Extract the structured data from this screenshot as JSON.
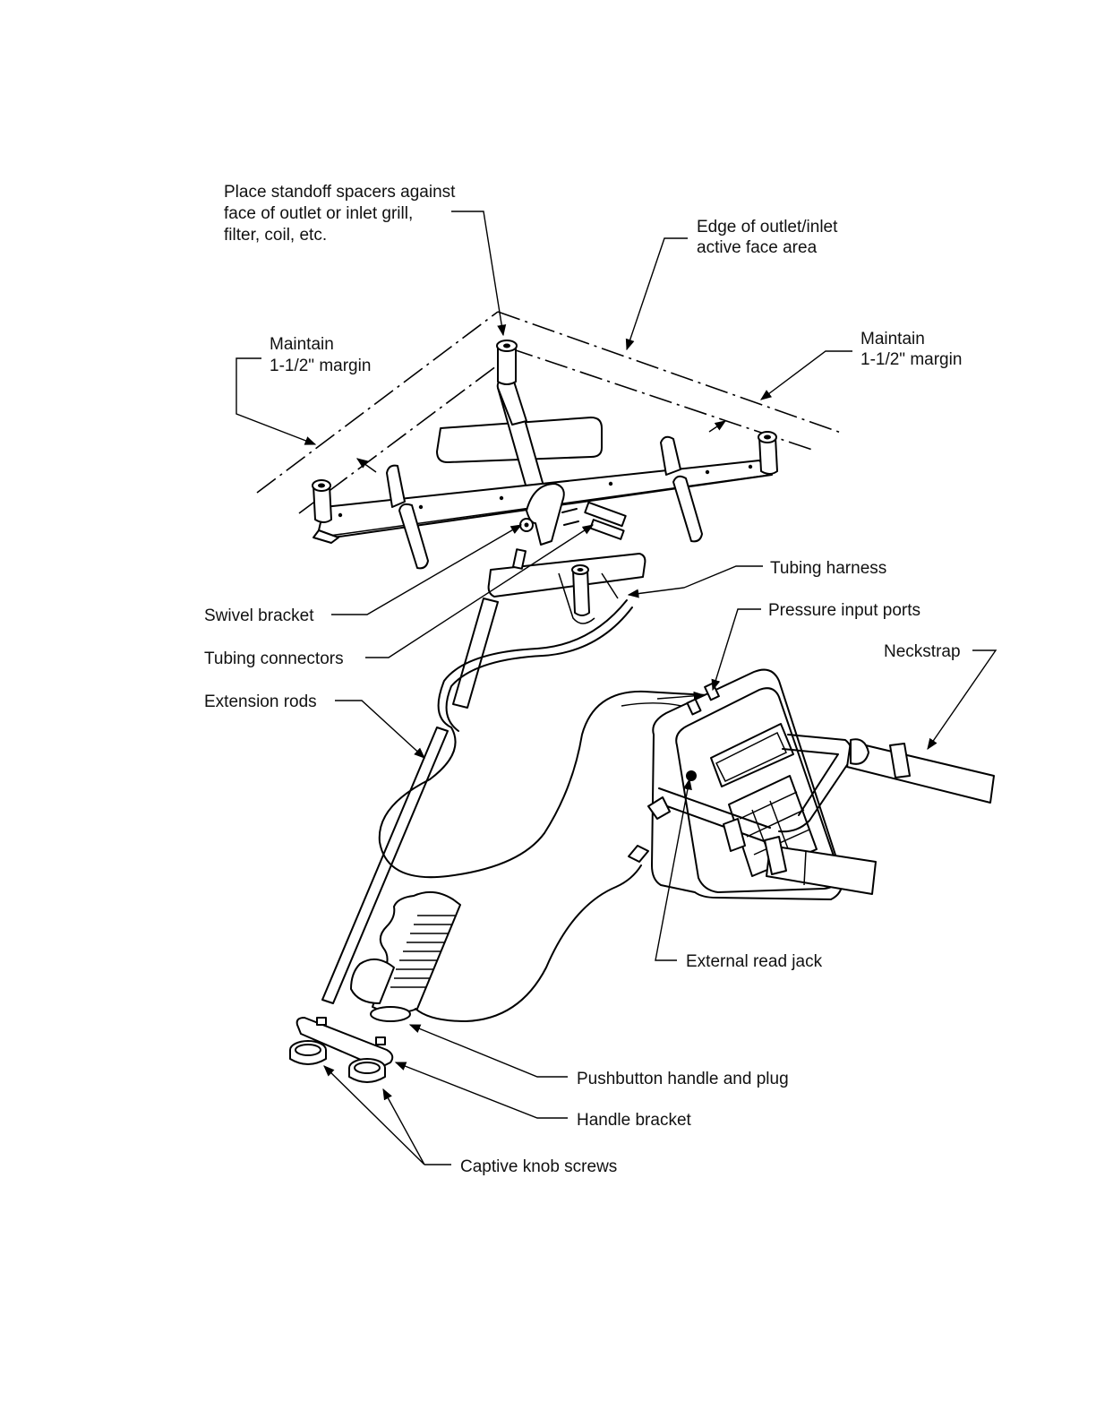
{
  "labels": {
    "standoff": [
      "Place standoff spacers against",
      "face of outlet or inlet grill,",
      "filter, coil, etc."
    ],
    "edge": [
      "Edge of outlet/inlet",
      "active face area"
    ],
    "margin_left": [
      "Maintain",
      "1-1/2\" margin"
    ],
    "margin_right": [
      "Maintain",
      "1-1/2\" margin"
    ],
    "tubing_harness": "Tubing harness",
    "pressure_ports": "Pressure input ports",
    "neckstrap": "Neckstrap",
    "swivel_bracket": "Swivel bracket",
    "tubing_connectors": "Tubing connectors",
    "extension_rods": "Extension rods",
    "external_jack": "External read jack",
    "pushbutton": "Pushbutton handle and plug",
    "handle_bracket": "Handle bracket",
    "captive_knobs": "Captive knob screws"
  }
}
